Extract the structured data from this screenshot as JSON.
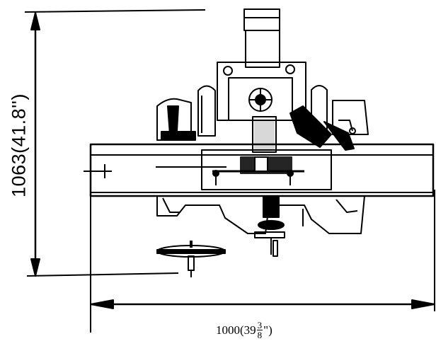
{
  "dimensions": {
    "height": {
      "label": "1063(41.8'')"
    },
    "width": {
      "prefix": "1000(39",
      "frac_num": "3",
      "frac_den": "8",
      "suffix": "\")"
    }
  }
}
